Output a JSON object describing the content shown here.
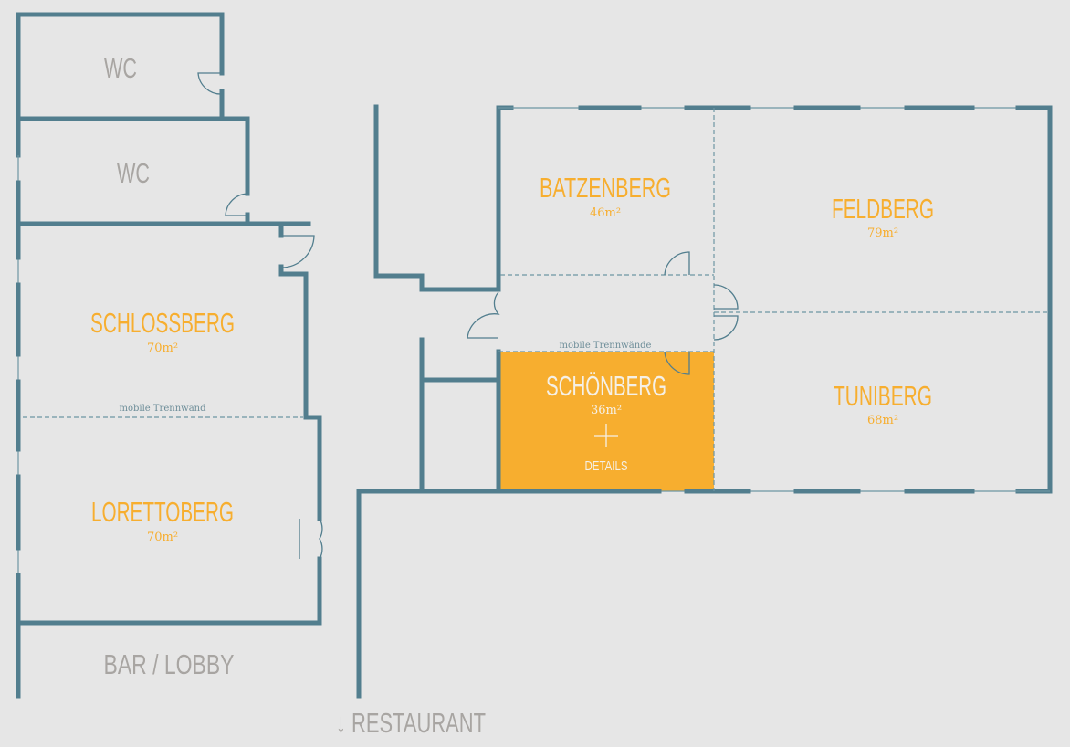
{
  "colors": {
    "wall": "#527e8e",
    "accent": "#f7ae2f",
    "background": "#e6e6e6",
    "label_gray": "#a8a5a2"
  },
  "rooms": {
    "wc1": {
      "name": "WC"
    },
    "wc2": {
      "name": "WC"
    },
    "schlossberg": {
      "name": "SCHLOSSBERG",
      "area": "70m²"
    },
    "lorettoberg": {
      "name": "LORETTOBERG",
      "area": "70m²"
    },
    "batzenberg": {
      "name": "BATZENBERG",
      "area": "46m²"
    },
    "feldberg": {
      "name": "FELDBERG",
      "area": "79m²"
    },
    "schoenberg": {
      "name": "SCHÖNBERG",
      "area": "36m²",
      "details_label": "DETAILS",
      "selected": true
    },
    "tuniberg": {
      "name": "TUNIBERG",
      "area": "68m²"
    }
  },
  "notes": {
    "left_partition": "mobile Trennwand",
    "right_partition": "mobile Trennwände"
  },
  "areas": {
    "bar_lobby": "BAR / LOBBY",
    "restaurant": "↓ RESTAURANT"
  }
}
